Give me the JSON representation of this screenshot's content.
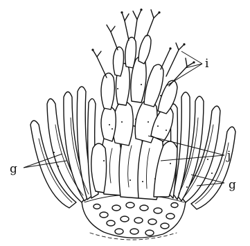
{
  "labels": {
    "i": "i",
    "j": "j",
    "g_left": "g",
    "g_right": "g"
  }
}
